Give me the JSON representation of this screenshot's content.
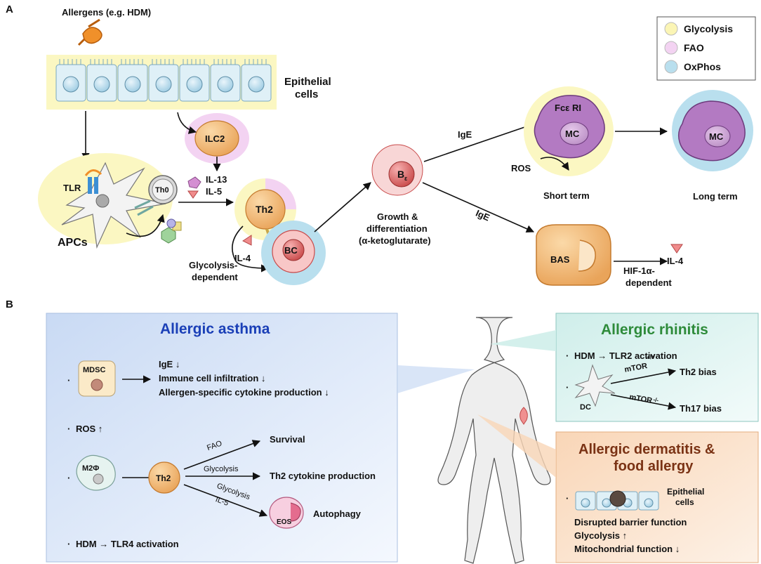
{
  "panel_a": {
    "label": "A",
    "allergens": "Allergens (e.g. HDM)",
    "epithelial": [
      "Epithelial",
      "cells"
    ],
    "legend": [
      {
        "label": "Glycolysis",
        "color": "#fbf5b5"
      },
      {
        "label": "FAO",
        "color": "#f3d3f2"
      },
      {
        "label": "OxPhos",
        "color": "#b9dfee"
      }
    ],
    "ilc2": "ILC2",
    "il13": "IL-13",
    "il5": "IL-5",
    "tlr": "TLR",
    "th0": "Th0",
    "apcs": "APCs",
    "th2": "Th2",
    "il4_a": "IL-4",
    "glyco_dep": [
      "Glycolysis-",
      "dependent"
    ],
    "bc": "BC",
    "be": "B",
    "be_sub": "ε",
    "growth": [
      "Growth &",
      "differentiation",
      "(α-ketoglutarate)"
    ],
    "ige_top": "IgE",
    "ige_bottom": "IgE",
    "fceri": "Fcε RI",
    "mc": "MC",
    "ros": "ROS",
    "short_term": "Short term",
    "long_term": "Long term",
    "bas": "BAS",
    "hif": [
      "HIF-1α-",
      "dependent"
    ],
    "il4_b": "IL-4"
  },
  "panel_b": {
    "label": "B",
    "asthma": {
      "title": "Allergic asthma",
      "mdsc": "MDSC",
      "effects": [
        "IgE ↓",
        "Immune cell infiltration ↓",
        "Allergen-specific cytokine production ↓"
      ],
      "ros": "ROS ↑",
      "m2": "M2Φ",
      "th2": "Th2",
      "fao": "FAO",
      "survival": "Survival",
      "glyco1": "Glycolysis",
      "th2prod": "Th2 cytokine production",
      "glyco2": "Glycolysis",
      "il5": "IL-5",
      "eos": "EOS",
      "autophagy": "Autophagy",
      "hdm": "HDM → TLR4 activation"
    },
    "rhinitis": {
      "title": "Allergic rhinitis",
      "hdm": "HDM → TLR2 activation",
      "dc": "DC",
      "mtor_pos": "mTOR",
      "mtor_pos_sup": "+/+",
      "mtor_neg": "mTOR",
      "mtor_neg_sup": "-/-",
      "th2bias": "Th2 bias",
      "th17bias": "Th17 bias"
    },
    "dermatitis": {
      "title": [
        "Allergic dermatitis &",
        "food allergy"
      ],
      "epithelial": [
        "Epithelial",
        "cells"
      ],
      "effects": [
        "Disrupted barrier function",
        "Glycolysis ↑",
        "Mitochondrial function ↓"
      ]
    }
  }
}
